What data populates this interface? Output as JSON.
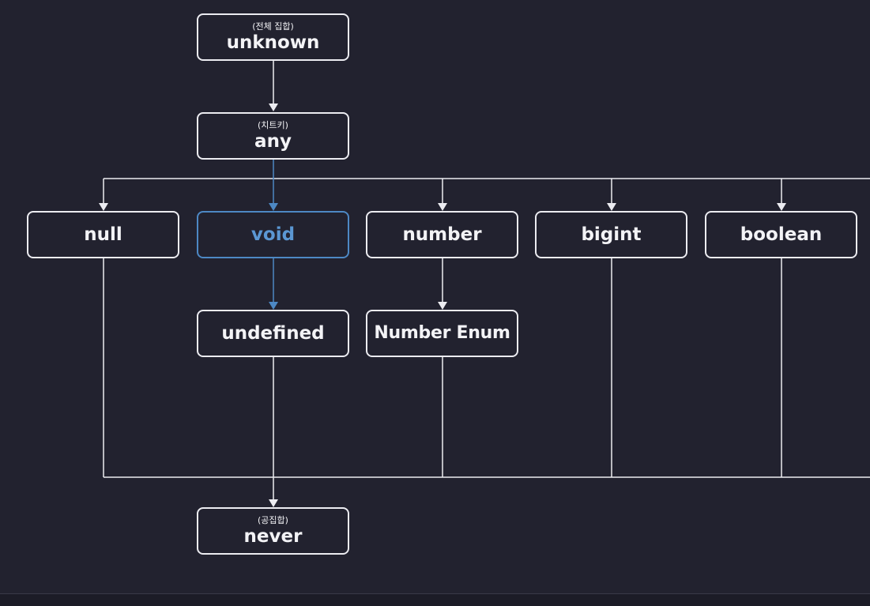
{
  "nodes": {
    "unknown": {
      "label": "unknown",
      "sublabel": "(전체 집합)"
    },
    "any": {
      "label": "any",
      "sublabel": "(치트키)"
    },
    "null": {
      "label": "null"
    },
    "void": {
      "label": "void"
    },
    "number": {
      "label": "number"
    },
    "bigint": {
      "label": "bigint"
    },
    "boolean": {
      "label": "boolean"
    },
    "undefined": {
      "label": "undefined"
    },
    "number_enum": {
      "label": "Number Enum"
    },
    "never": {
      "label": "never",
      "sublabel": "(공집합)"
    }
  },
  "colors": {
    "background": "#22222f",
    "line": "#ececf1",
    "highlight": "#4d88c4",
    "text": "#f3f3f6"
  }
}
